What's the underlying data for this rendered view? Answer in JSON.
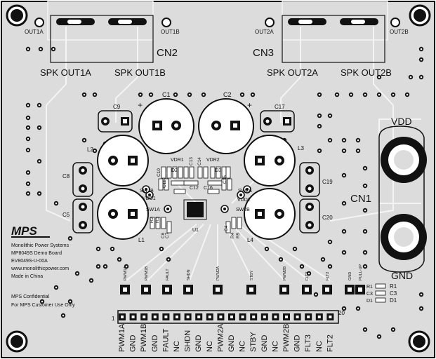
{
  "connectors": {
    "cn2": {
      "name": "CN2",
      "pin_a": "OUT1A",
      "pin_b": "OUT1B",
      "spk_a": "SPK OUT1A",
      "spk_b": "SPK OUT1B"
    },
    "cn3": {
      "name": "CN3",
      "pin_a": "OUT2A",
      "pin_b": "OUT2B",
      "spk_a": "SPK OUT2A",
      "spk_b": "SPK OUT2B"
    },
    "cn1": {
      "name": "CN1",
      "top": "VDD",
      "bottom": "GND"
    }
  },
  "components": {
    "c1": "C1",
    "c2": "C2",
    "c9": "C9",
    "c17": "C17",
    "l1": "L1",
    "l2": "L2",
    "l3": "L3",
    "l4": "L4",
    "c8": "C8",
    "c5": "C5",
    "c19": "C19",
    "c20": "C20",
    "u1": "U1",
    "vdr1": "VDR1",
    "vdr2": "VDR2",
    "sw1b": "SW1B",
    "sw1a": "SW1A",
    "sw2a": "SW2A",
    "sw2b": "SW2B",
    "vdd1": "VDD1",
    "vdd2": "VDD2",
    "d2": "D2",
    "d3": "D3",
    "c10": "C10",
    "c11": "C11",
    "c12": "C12",
    "c13": "C13",
    "c14": "C14",
    "c15": "C15",
    "c16": "C16",
    "r2": "R2",
    "r3": "R3",
    "c6": "C6",
    "c7": "C7",
    "c4": "C4",
    "r4": "R4",
    "r5": "R5",
    "r1": "R1",
    "c3": "C3",
    "d1": "D1",
    "plus": "+"
  },
  "branding": {
    "logo": "MPS",
    "lines": [
      "Monolithic Power Systems",
      "MP8049S Demo Board",
      "EV8049S-U-00A",
      "www.monolithicpower.com",
      "Made in China"
    ],
    "confidential": [
      "MPS Confidential",
      "For MPS Customer Use Only"
    ]
  },
  "test_points": [
    "PWM1A",
    "PWM1B",
    "FAULT",
    "SHDN",
    "PWM2A",
    "STBY",
    "PWM2B",
    "FLT3",
    "FLT2",
    "GND",
    "PULL-UP"
  ],
  "header": {
    "pin_start": "1",
    "pin_end": "20",
    "labels": [
      "PWM1A",
      "GND",
      "PWM1B",
      "GND",
      "FAULT",
      "NC",
      "SHDN",
      "GND",
      "NC",
      "PWM2A",
      "GND",
      "NC",
      "STBY",
      "GND",
      "NC",
      "PWM2B",
      "GND",
      "FLT3",
      "NC",
      "FLT2"
    ]
  },
  "colors": {
    "board": "#e3e3e3",
    "silk": "#111111",
    "pad": "#ffffff"
  }
}
